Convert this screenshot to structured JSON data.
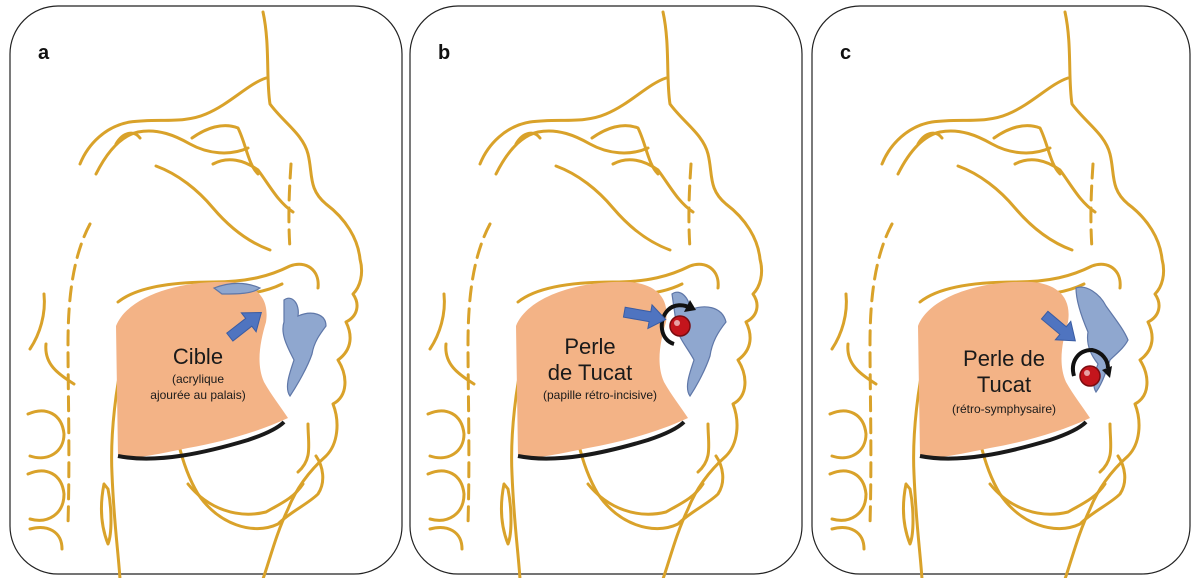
{
  "colors": {
    "outline": "#d9a22a",
    "tongue": "#f3b386",
    "teeth": "#8fa7cf",
    "arrow": "#4f74c0",
    "bead": "#c4151c",
    "frame": "#222222"
  },
  "panels": [
    {
      "label": "a",
      "title_lines": [
        "Cible"
      ],
      "subtitle_lines": [
        "(acrylique",
        "ajourée au palais)"
      ]
    },
    {
      "label": "b",
      "title_lines": [
        "Perle",
        "de Tucat"
      ],
      "subtitle_lines": [
        "(papille rétro-incisive)"
      ]
    },
    {
      "label": "c",
      "title_lines": [
        "Perle de",
        "Tucat"
      ],
      "subtitle_lines": [
        "(rétro-symphysaire)"
      ]
    }
  ]
}
